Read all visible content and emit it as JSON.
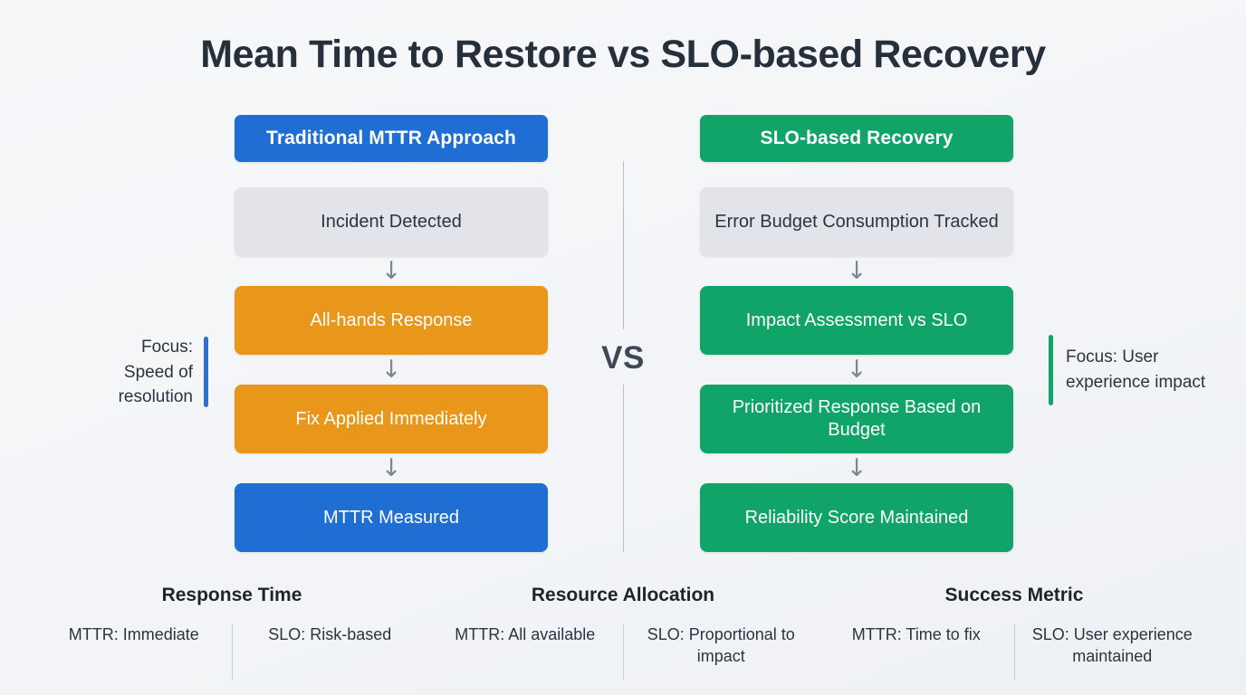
{
  "title": "Mean Time to Restore vs SLO-based Recovery",
  "colors": {
    "background": "#f4f6f8",
    "blue": "#1f6ed4",
    "green": "#11a469",
    "orange": "#e8971a",
    "grey": "#e2e4e9",
    "text": "#2b3440",
    "divider": "#c8ced5"
  },
  "vs_label": "VS",
  "arrow_icon": "↓",
  "columns": {
    "left": {
      "header": "Traditional MTTR Approach",
      "header_color": "#1f6ed4",
      "nodes": [
        {
          "label": "Incident Detected",
          "style": "grey"
        },
        {
          "label": "All-hands Response",
          "style": "orange"
        },
        {
          "label": "Fix Applied Immediately",
          "style": "orange"
        },
        {
          "label": "MTTR Measured",
          "style": "blue"
        }
      ],
      "focus": {
        "text": "Focus: Speed of resolution",
        "bar_color": "#2f6fd0"
      }
    },
    "right": {
      "header": "SLO-based Recovery",
      "header_color": "#11a469",
      "nodes": [
        {
          "label": "Error Budget Consumption Tracked",
          "style": "grey"
        },
        {
          "label": "Impact Assessment vs SLO",
          "style": "green"
        },
        {
          "label": "Prioritized Response Based on Budget",
          "style": "green"
        },
        {
          "label": "Reliability Score Maintained",
          "style": "green"
        }
      ],
      "focus": {
        "text": "Focus: User experience impact",
        "bar_color": "#11a469"
      }
    }
  },
  "comparison": [
    {
      "title": "Response Time",
      "mttr": "MTTR: Immediate",
      "slo": "SLO: Risk-based"
    },
    {
      "title": "Resource Allocation",
      "mttr": "MTTR: All available",
      "slo": "SLO: Proportional to impact"
    },
    {
      "title": "Success Metric",
      "mttr": "MTTR: Time to fix",
      "slo": "SLO: User experience maintained"
    }
  ]
}
